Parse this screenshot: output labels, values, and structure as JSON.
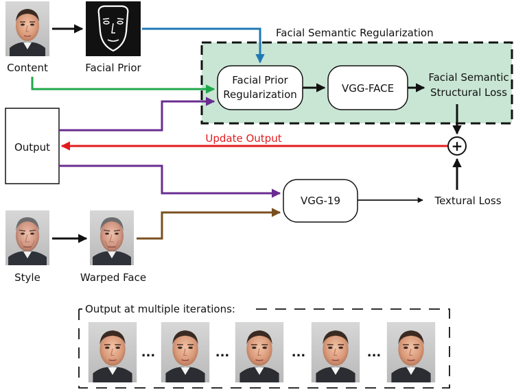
{
  "region": {
    "label": "Facial Semantic Regularization",
    "fill": "#c9e6d4"
  },
  "images": {
    "content": {
      "label": "Content"
    },
    "facial_prior": {
      "label": "Facial Prior"
    },
    "style": {
      "label": "Style"
    },
    "warped_face": {
      "label": "Warped Face"
    }
  },
  "blocks": {
    "output": {
      "label": "Output"
    },
    "facial_prior_regularization": {
      "line1": "Facial Prior",
      "line2": "Regularization"
    },
    "vgg_face": {
      "label": "VGG-FACE"
    },
    "vgg_19": {
      "label": "VGG-19"
    }
  },
  "losses": {
    "facial_semantic_structural": {
      "line1": "Facial Semantic",
      "line2": "Structural Loss"
    },
    "textural": {
      "label": "Textural Loss"
    }
  },
  "sum_symbol": "+",
  "update_output": {
    "label": "Update Output",
    "color": "#e41a1c"
  },
  "iterations": {
    "label": "Output at multiple iterations:",
    "ellipsis": "..."
  },
  "arrow_colors": {
    "prior": "#1f78b4",
    "content": "#1fa84a",
    "output": "#6a2c91",
    "warped": "#7a4f1f",
    "main": "#111111"
  }
}
